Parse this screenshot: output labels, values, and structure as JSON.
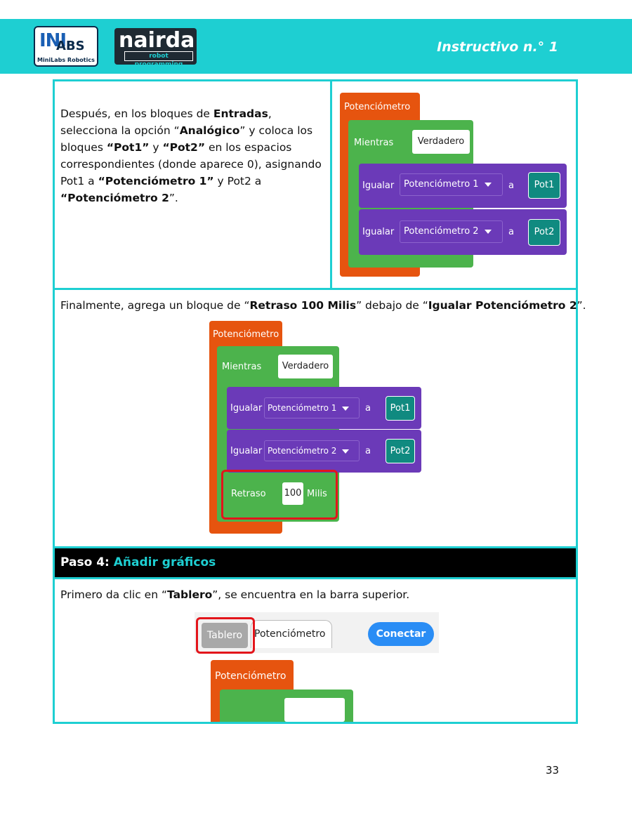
{
  "header": {
    "logo_left_top": "INI",
    "logo_left_main": "ABS",
    "logo_left_sub": "MiniLabs Robotics",
    "logo_right_main": "nairda",
    "logo_right_sub": "robot programming",
    "doc_title": "Instructivo n.° 1"
  },
  "section1": {
    "text_parts": [
      "Después, en los bloques de ",
      "Entradas",
      ", selecciona la opción “",
      "Analógico",
      "” y coloca los bloques ",
      "“Pot1”",
      " y ",
      "“Pot2”",
      " en los espacios correspondientes (donde aparece 0), asignando Pot1 a ",
      "“Potenciómetro 1”",
      " y Pot2 a ",
      "“Potenciómetro 2",
      "”."
    ],
    "blocks": {
      "event": "Potenciómetro",
      "loop": "Mientras",
      "condition": "Verdadero",
      "set1_label": "Igualar",
      "set1_target": "Potenciómetro 1",
      "set1_to": "a",
      "set1_value": "Pot1",
      "set2_label": "Igualar",
      "set2_target": "Potenciómetro 2",
      "set2_to": "a",
      "set2_value": "Pot2"
    }
  },
  "section2": {
    "text_parts": [
      "Finalmente, agrega un bloque de “",
      "Retraso 100 Milis",
      "” debajo de “",
      "Igualar Potenciómetro 2",
      "”."
    ],
    "blocks": {
      "event": "Potenciómetro",
      "loop": "Mientras",
      "condition": "Verdadero",
      "set1_label": "Igualar",
      "set1_target": "Potenciómetro 1",
      "set1_to": "a",
      "set1_value": "Pot1",
      "set2_label": "Igualar",
      "set2_target": "Potenciómetro 2",
      "set2_to": "a",
      "set2_value": "Pot2",
      "delay_label": "Retraso",
      "delay_value": "100",
      "delay_unit": "Milis"
    }
  },
  "step4": {
    "prefix": "Paso 4: ",
    "title": "Añadir gráficos"
  },
  "section4": {
    "text_parts": [
      "Primero da clic en “",
      "Tablero",
      "”, se encuentra en la barra superior."
    ],
    "toolbar": {
      "tab_dashboard": "Tablero",
      "tab_program": "Potenciómetro",
      "connect_button": "Conectar"
    },
    "blocks": {
      "event": "Potenciómetro"
    }
  },
  "page_number": "33",
  "colors": {
    "accent": "#1ecfd2",
    "block_orange": "#e6540f",
    "block_green": "#4cb34c",
    "block_purple": "#6b3ab8",
    "block_teal": "#108a80",
    "highlight_red": "#e3151b",
    "connect_blue": "#2a8df5"
  }
}
